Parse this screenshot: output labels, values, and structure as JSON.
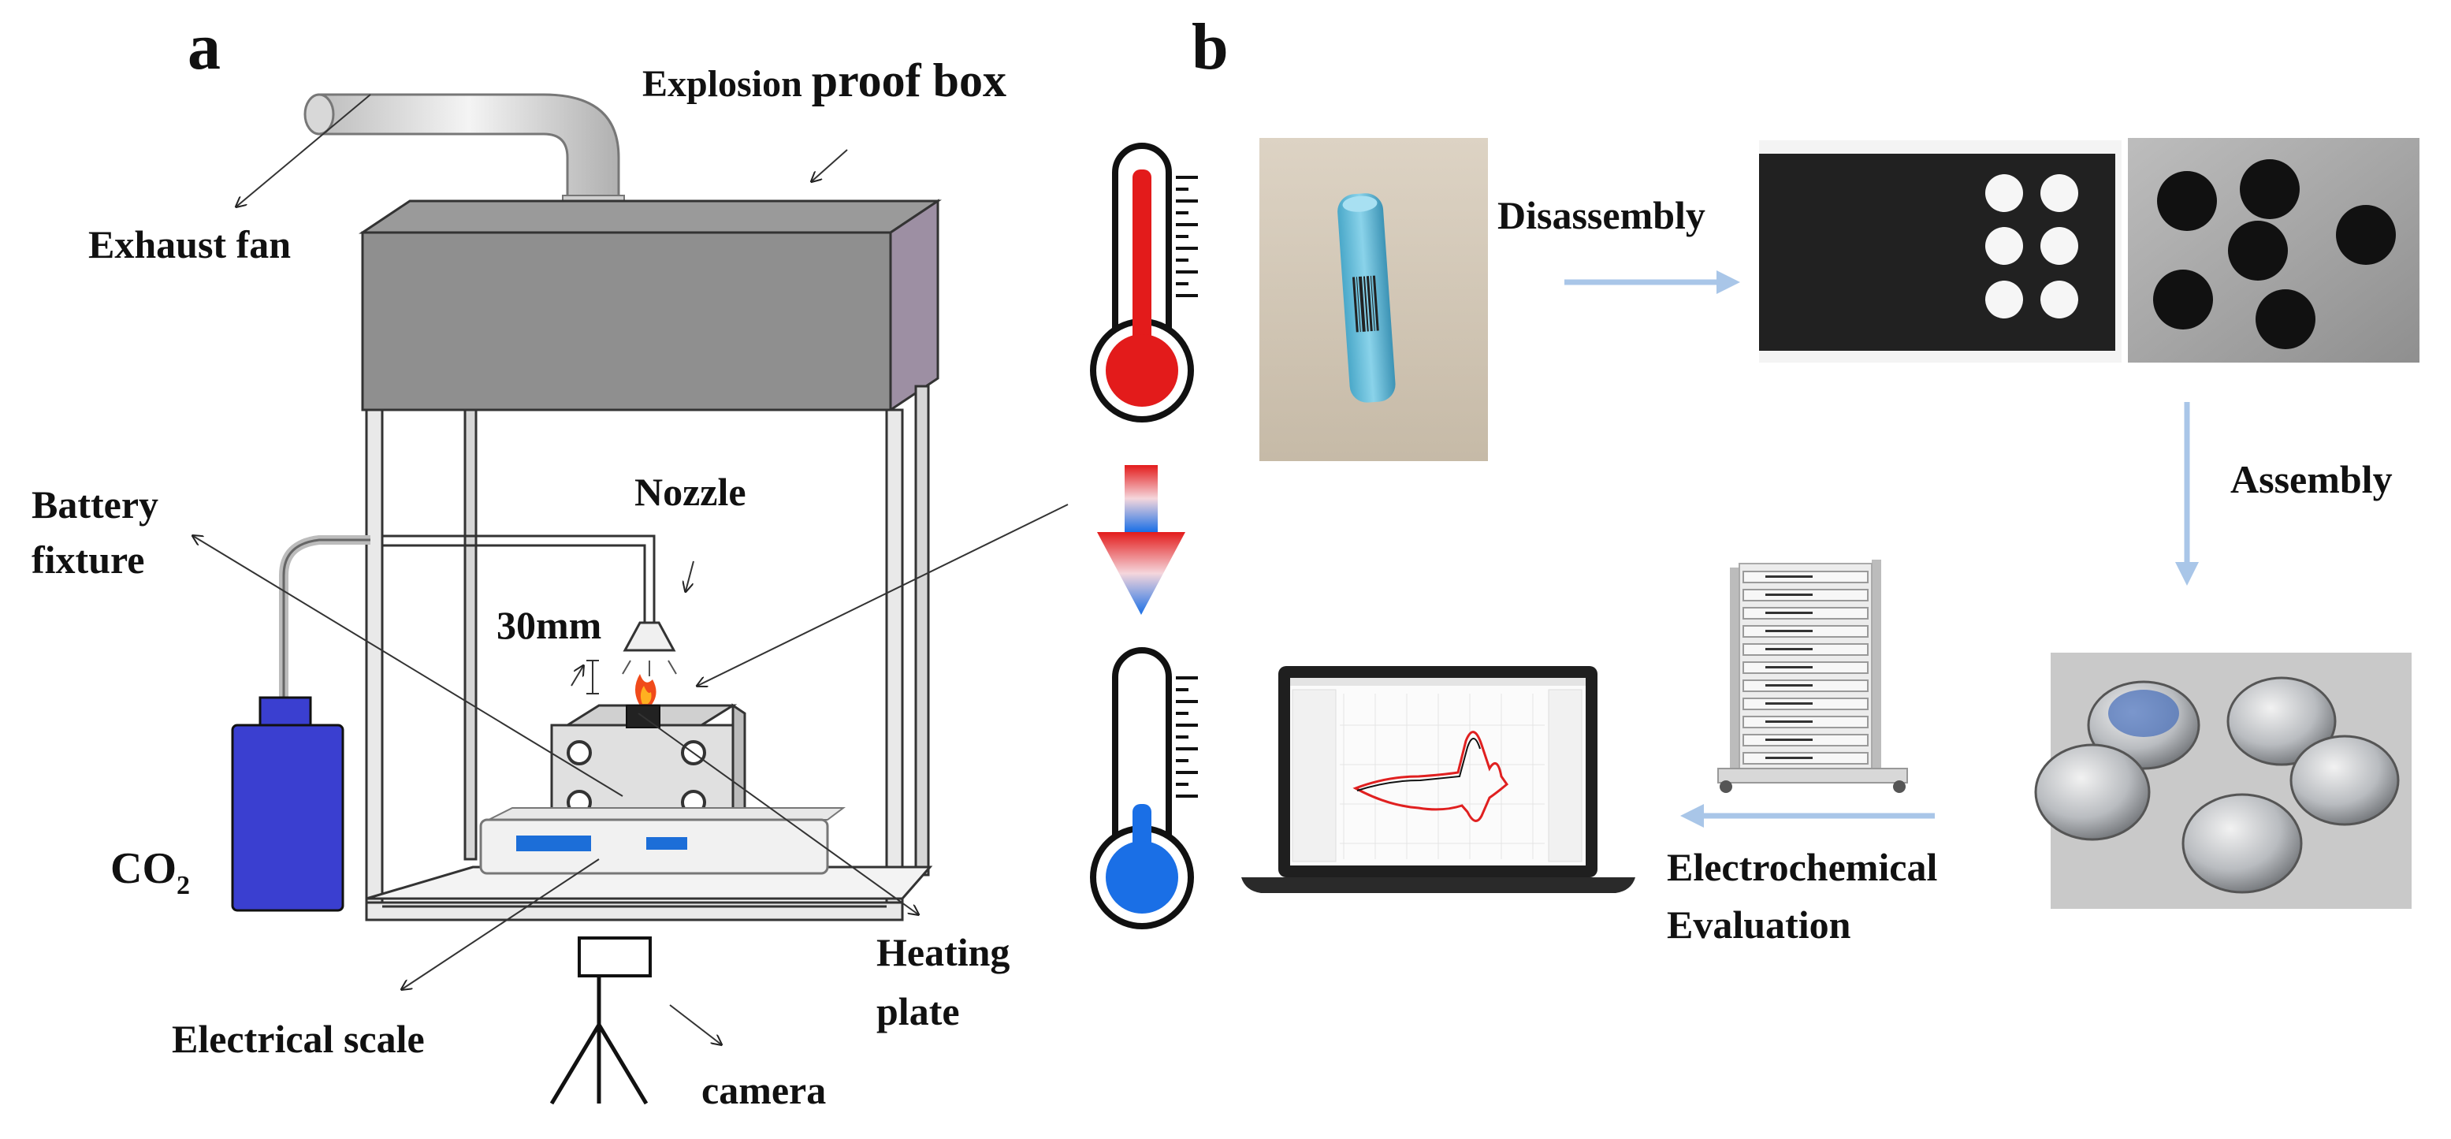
{
  "panel_a": {
    "letter": "a",
    "labels": {
      "explosion_prefix": "Explosion ",
      "explosion_suffix": "proof box",
      "exhaust_fan": "Exhaust fan",
      "battery_fixture_1": "Battery",
      "battery_fixture_2": "fixture",
      "nozzle": "Nozzle",
      "distance": "30mm",
      "co2_main": "CO",
      "co2_sub": "2",
      "electrical_scale": "Electrical scale",
      "heating_plate_1": "Heating",
      "heating_plate_2": "plate",
      "camera": "camera"
    }
  },
  "panel_b": {
    "letter": "b",
    "labels": {
      "disassembly": "Disassembly",
      "assembly": "Assembly",
      "evaluation_1": "Electrochemical",
      "evaluation_2": "Evaluation"
    }
  },
  "colors": {
    "hot": "#e31b1b",
    "cold": "#1a6fe6",
    "flow_arrow": "#a9c6e8",
    "co2_cylinder": "#3a3fd0",
    "box_gray": "#8a8a8a",
    "cv_red": "#e02020"
  }
}
